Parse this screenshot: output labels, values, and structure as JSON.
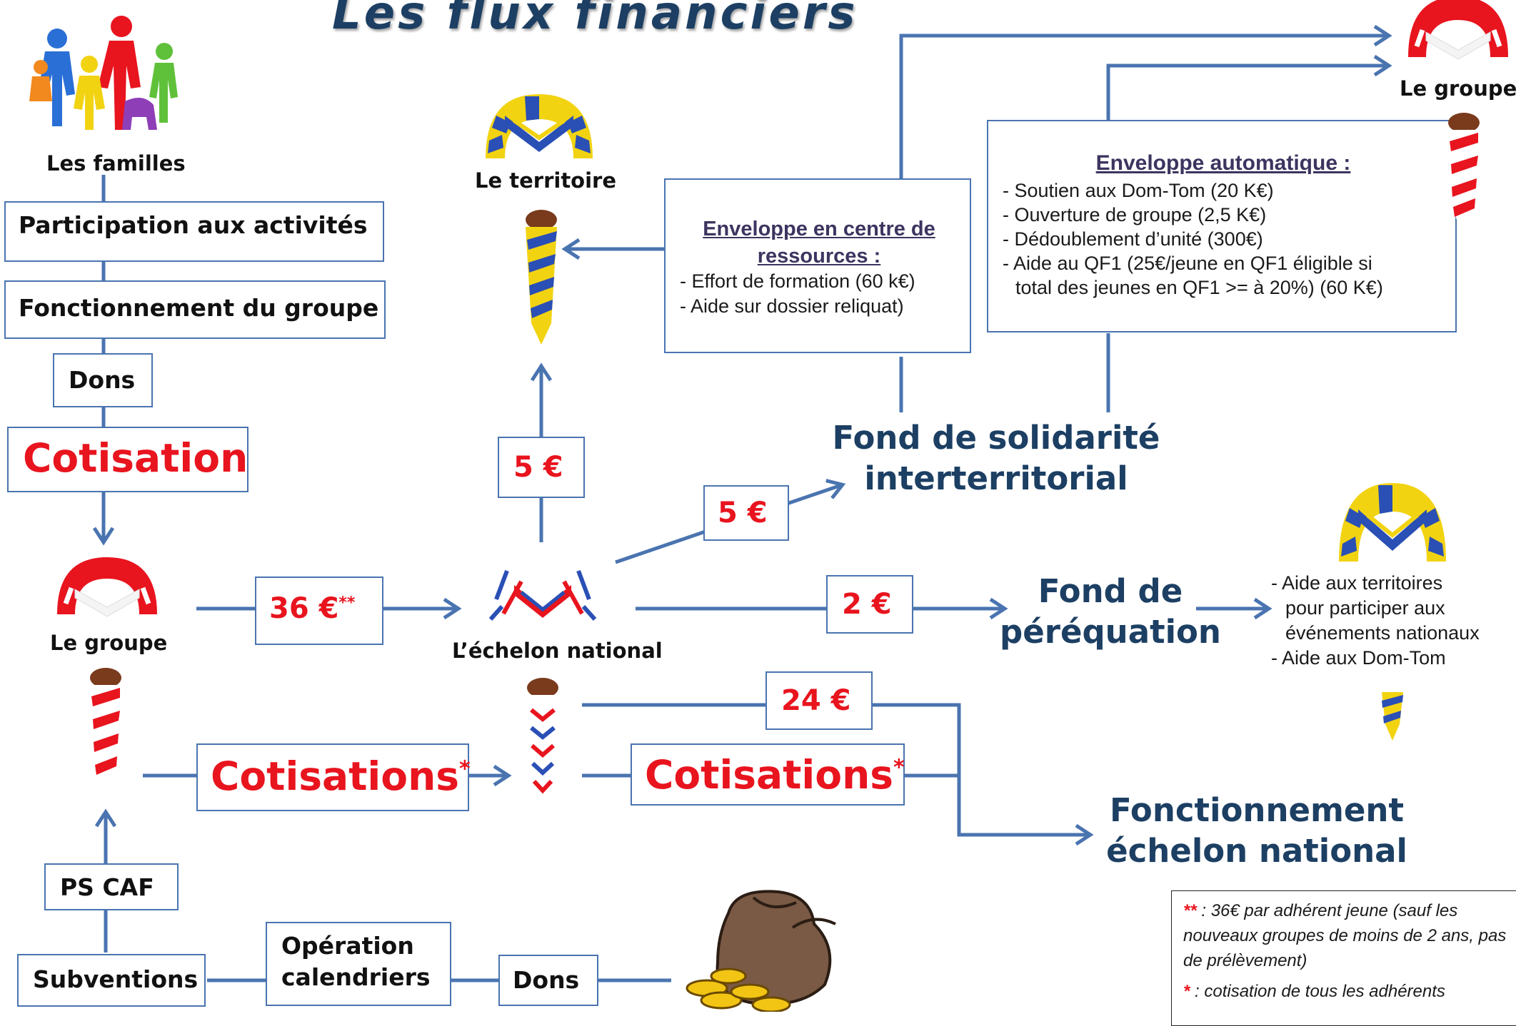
{
  "title": "Les flux financiers",
  "actors": {
    "familles": "Les familles",
    "territoire": "Le territoire",
    "groupe_top": "Le groupe",
    "groupe_left": "Le groupe",
    "national": "L’échelon national"
  },
  "family_items": {
    "participation": "Participation aux activités",
    "fonctionnement": "Fonctionnement du groupe",
    "dons": "Dons",
    "cotisation": "Cotisation"
  },
  "amounts": {
    "groupe_to_national": "36 €",
    "groupe_to_national_mark": "**",
    "to_territoire": "5 €",
    "to_solidarite": "5 €",
    "to_perequation": "2 €",
    "to_fonctionnement": "24 €"
  },
  "cotisations": {
    "left": "Cotisations",
    "right": "Cotisations",
    "mark": "*"
  },
  "enveloppe_centre": {
    "title_line1": "Enveloppe en centre de",
    "title_line2": "ressources :",
    "items": [
      "- Effort de formation (60 k€)",
      "- Aide sur dossier reliquat)"
    ]
  },
  "enveloppe_auto": {
    "title": "Enveloppe automatique :",
    "items": [
      "- Soutien aux Dom-Tom (20 K€)",
      "- Ouverture de groupe (2,5 K€)",
      "- Dédoublement d’unité (300€)",
      "- Aide au QF1 (25€/jeune en QF1 éligible si",
      "total des jeunes en QF1 >= à 20%) (60 K€)"
    ]
  },
  "funds": {
    "solidarite_line1": "Fond de solidarité",
    "solidarite_line2": "interterritorial",
    "perequation_line1": "Fond de",
    "perequation_line2": "péréquation",
    "fonctionnement_line1": "Fonctionnement",
    "fonctionnement_line2": "échelon national"
  },
  "perequation_items": [
    "- Aide aux territoires",
    "pour participer aux",
    "événements nationaux",
    "-  Aide aux Dom-Tom"
  ],
  "sources": {
    "ps_caf": "PS CAF",
    "subventions": "Subventions",
    "operation_line1": "Opération",
    "operation_line2": "calendriers",
    "dons": "Dons"
  },
  "notes": {
    "note1_mark": "**",
    "note1_text": " : 36€ par adhérent jeune (sauf les nouveaux groupes de moins de 2 ans, pas de prélèvement)",
    "note2_mark": "*",
    "note2_text": " : cotisation de tous les adhérents"
  },
  "colors": {
    "wire": "#4a74b0",
    "accent_red": "#e8141e",
    "navy": "#1c3f63",
    "yellow": "#f2d312",
    "blue": "#2a4fb5"
  }
}
